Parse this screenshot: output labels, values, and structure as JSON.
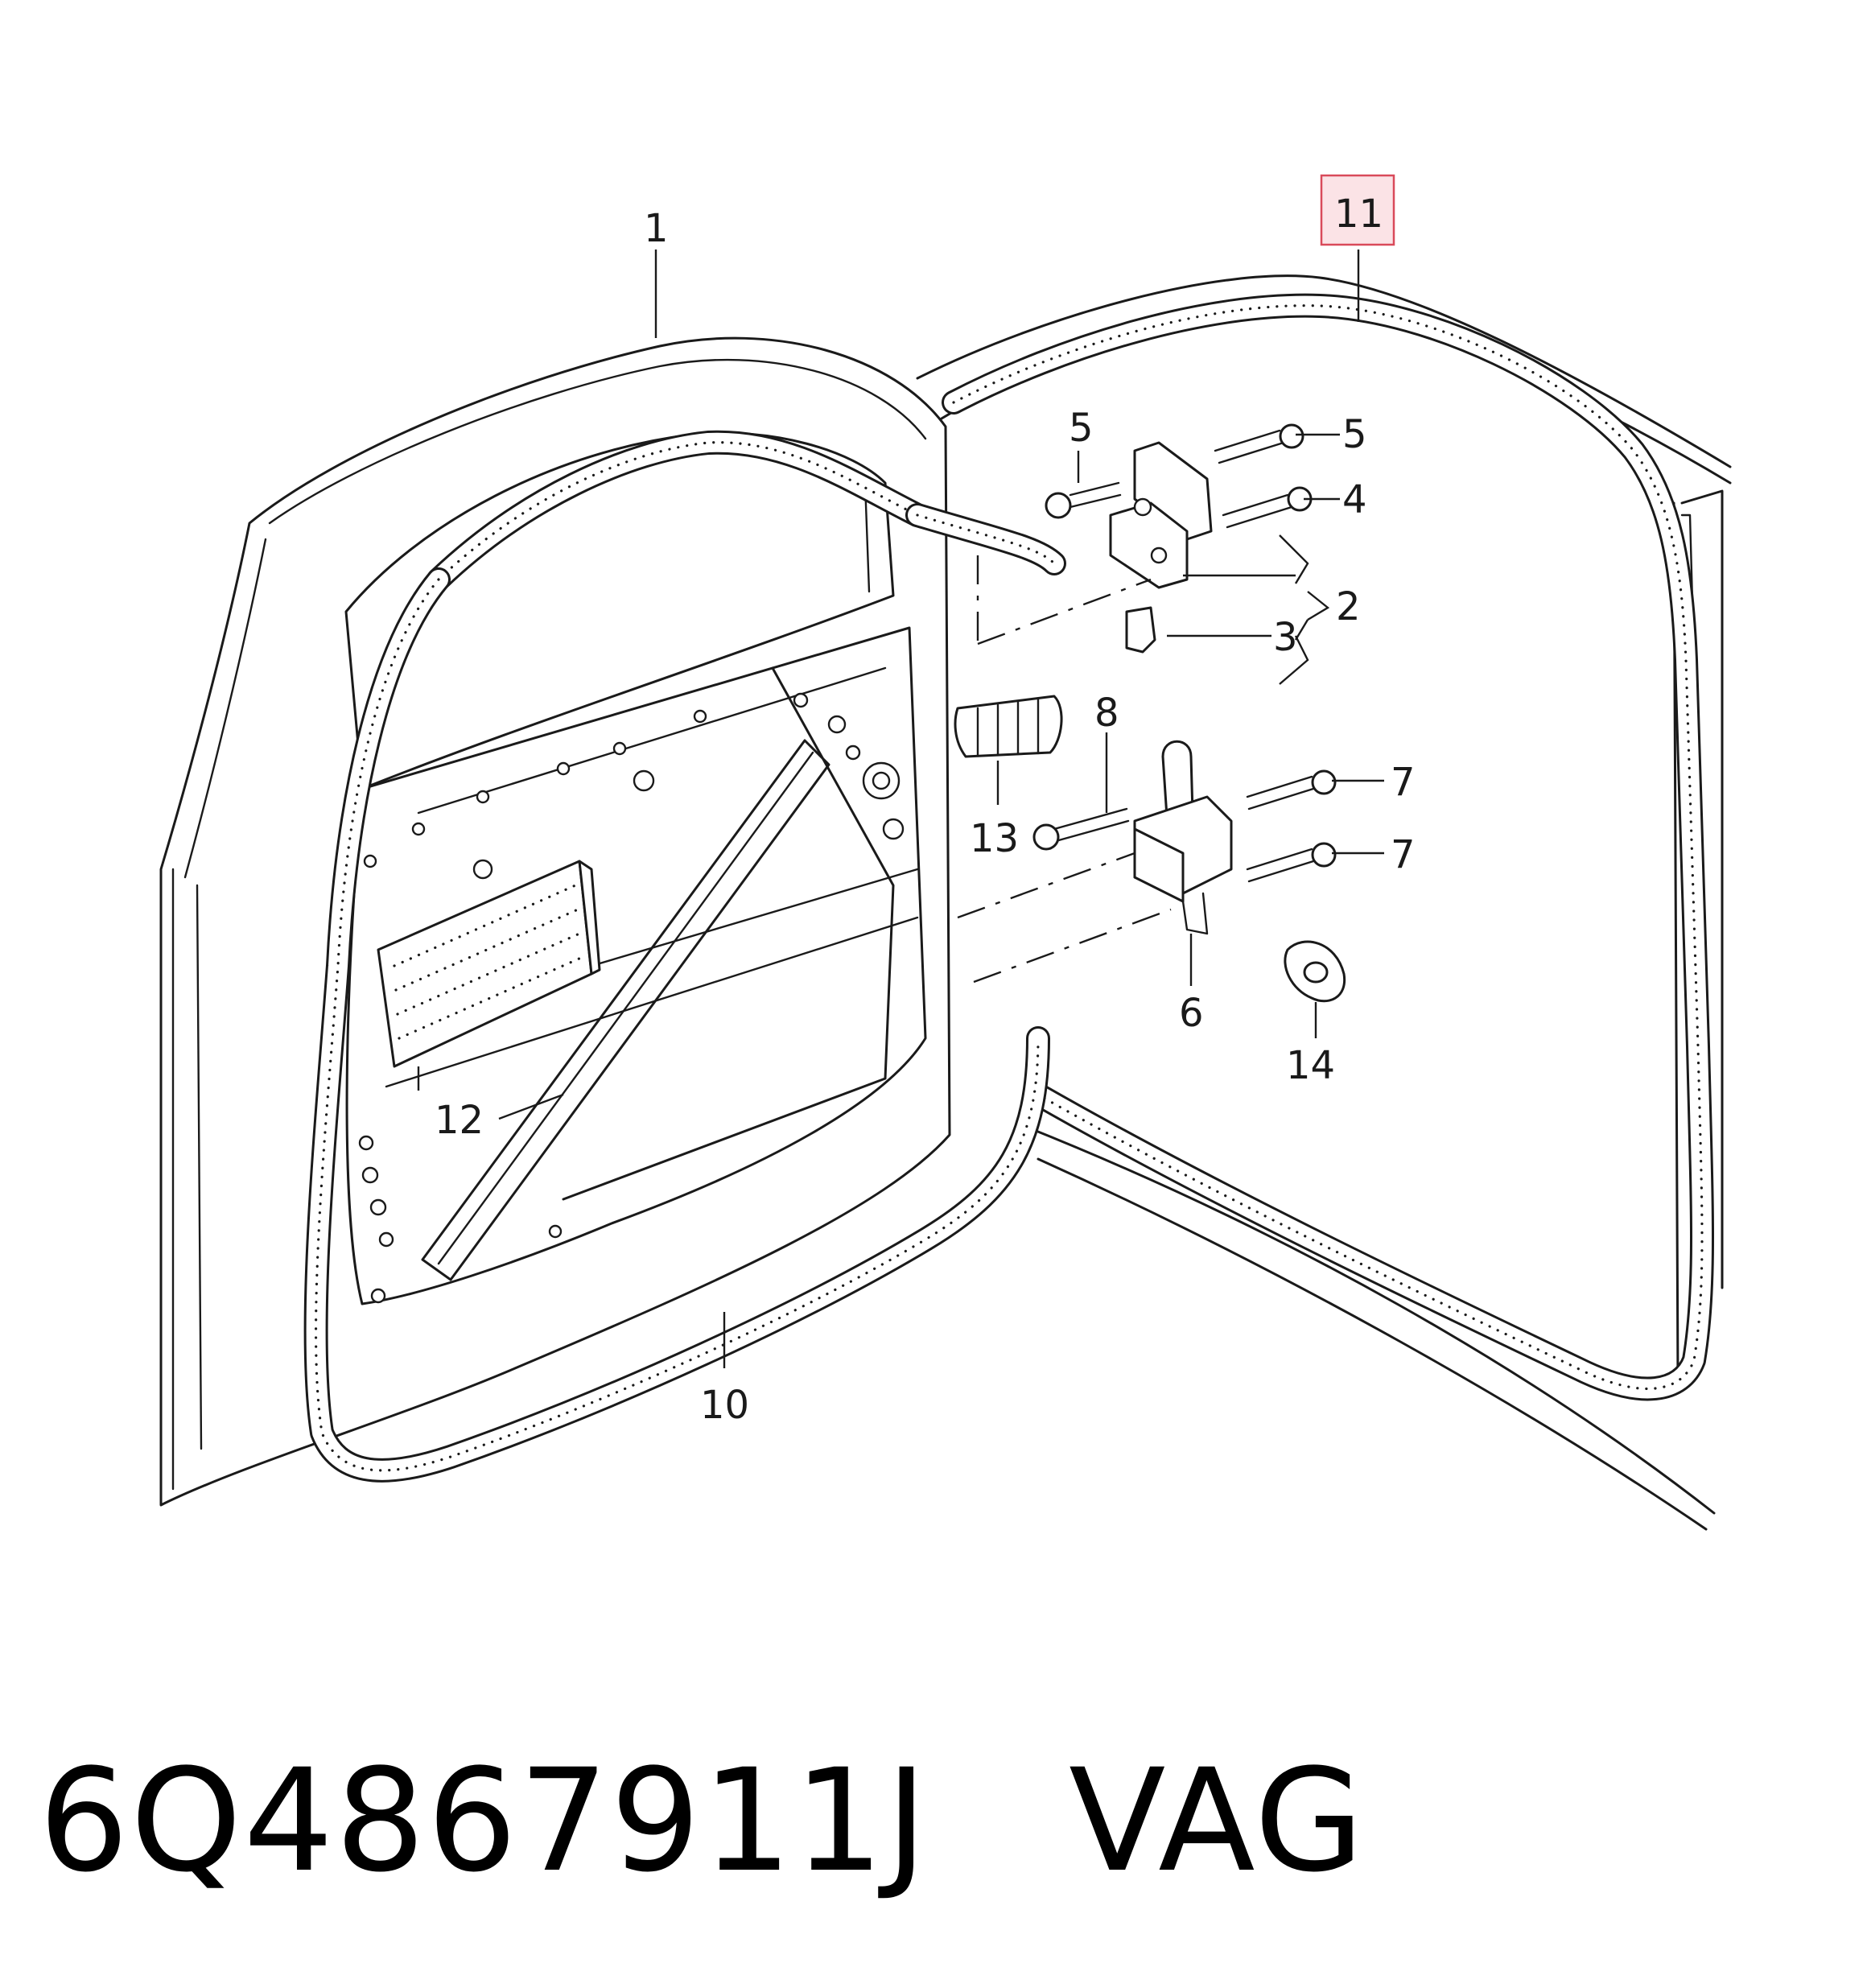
{
  "diagram": {
    "callouts": [
      {
        "id": "1",
        "label": "1"
      },
      {
        "id": "2",
        "label": "2"
      },
      {
        "id": "3",
        "label": "3"
      },
      {
        "id": "4",
        "label": "4"
      },
      {
        "id": "5a",
        "label": "5"
      },
      {
        "id": "5b",
        "label": "5"
      },
      {
        "id": "6",
        "label": "6"
      },
      {
        "id": "7a",
        "label": "7"
      },
      {
        "id": "7b",
        "label": "7"
      },
      {
        "id": "8",
        "label": "8"
      },
      {
        "id": "10",
        "label": "10"
      },
      {
        "id": "11",
        "label": "11",
        "highlighted": true
      },
      {
        "id": "12",
        "label": "12"
      },
      {
        "id": "13",
        "label": "13"
      },
      {
        "id": "14",
        "label": "14"
      }
    ],
    "highlight_color": "#d94a5a"
  },
  "footer": {
    "part_number": "6Q4867911J",
    "brand": "VAG"
  }
}
